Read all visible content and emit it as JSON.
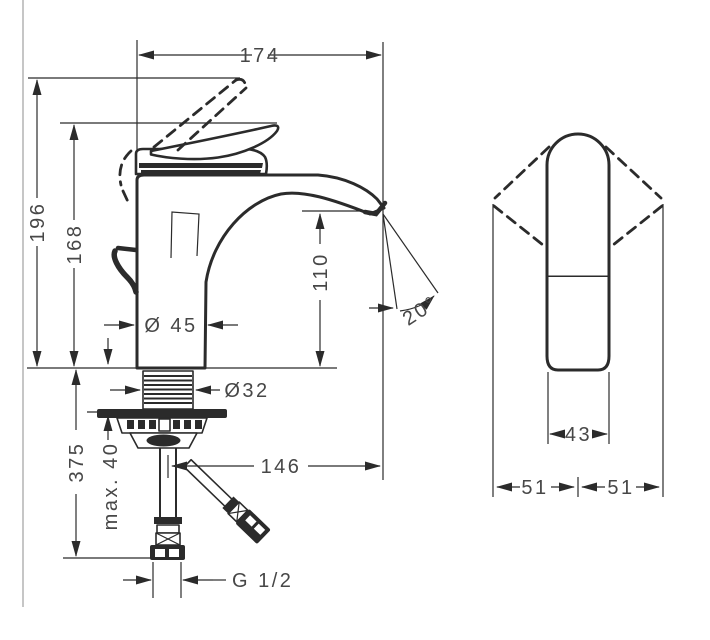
{
  "drawing": {
    "type": "technical-dimension-drawing",
    "subject": "Single-lever basin mixer faucet, front elevation with installation hardware and side elevation with handle swing range",
    "units": "mm",
    "views": [
      "front-elevation",
      "side-elevation"
    ]
  },
  "colors": {
    "line": "#2b2b2b",
    "text": "#474747",
    "frame": "#b3b3b3",
    "bg": "#ffffff"
  },
  "dimensions": {
    "overall_width": {
      "label": "174"
    },
    "overall_height": {
      "label": "196"
    },
    "handle_height": {
      "label": "168"
    },
    "spout_height": {
      "label": "110"
    },
    "body_diameter": {
      "label": "Ø 45"
    },
    "shank_diameter": {
      "label": "Ø32"
    },
    "below_deck_length": {
      "label": "375"
    },
    "max_deck_thickness": {
      "label": "max. 40"
    },
    "spout_reach": {
      "label": "146"
    },
    "spray_angle": {
      "label": "20°"
    },
    "thread_size": {
      "label": "G 1/2"
    },
    "body_width": {
      "label": "43"
    },
    "swing_left": {
      "label": "51"
    },
    "swing_right": {
      "label": "51"
    }
  }
}
